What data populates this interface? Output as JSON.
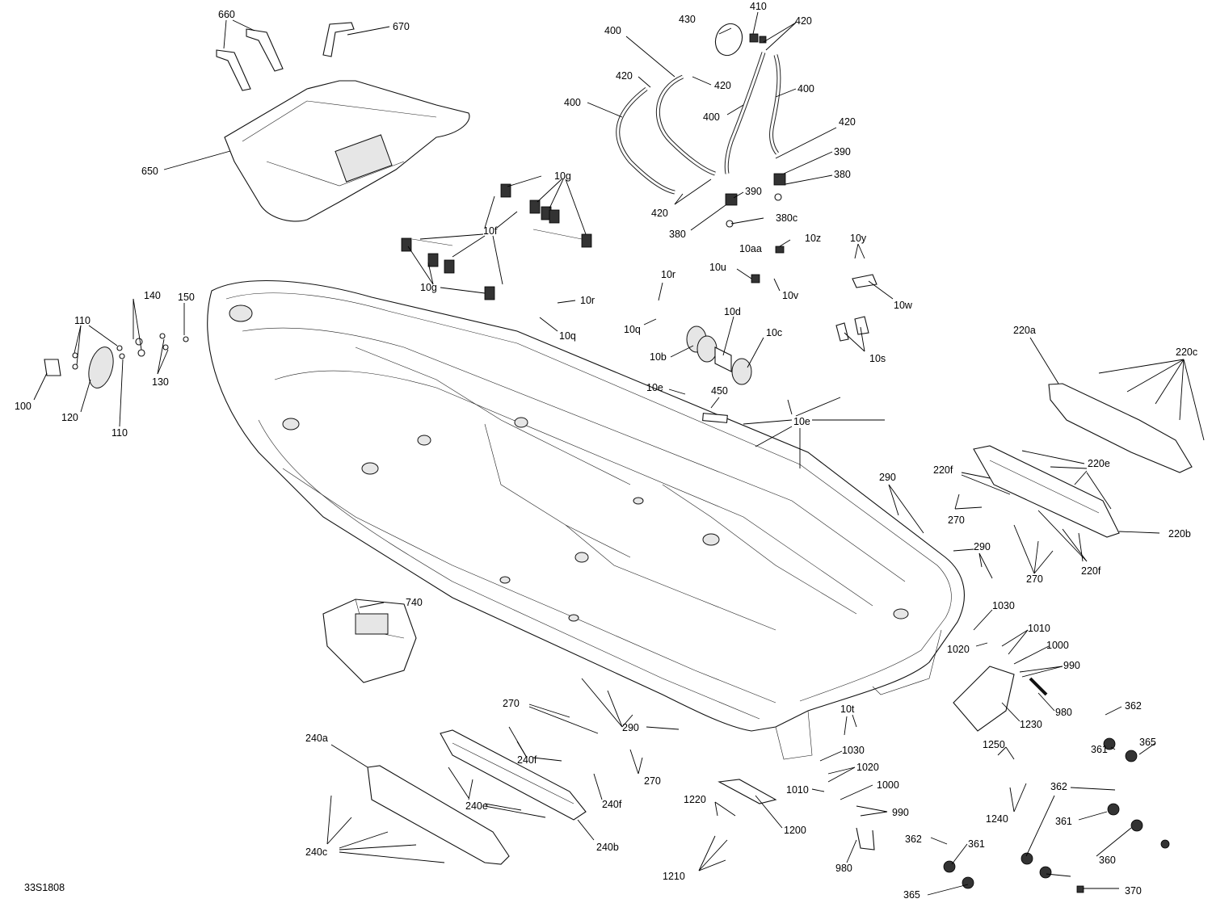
{
  "document_code": "33S1808",
  "parts": {
    "p660": "660",
    "p670": "670",
    "p650": "650",
    "p430": "430",
    "p410": "410",
    "p420a": "420",
    "p420b": "420",
    "p420c": "420",
    "p420d": "420",
    "p420e": "420",
    "p400a": "400",
    "p400b": "400",
    "p400c": "400",
    "p400d": "400",
    "p390a": "390",
    "p390b": "390",
    "p380a": "380",
    "p380b": "380",
    "p380c": "380c",
    "p10g_top": "10g",
    "p10f": "10f",
    "p10g_bot": "10g",
    "p10aa": "10aa",
    "p10z": "10z",
    "p10y": "10y",
    "p10w": "10w",
    "p10r_a": "10r",
    "p10r_b": "10r",
    "p10u": "10u",
    "p10v": "10v",
    "p10q_a": "10q",
    "p10q_b": "10q",
    "p10d": "10d",
    "p10c": "10c",
    "p10b": "10b",
    "p10s": "10s",
    "p10e_a": "10e",
    "p10e_b": "10e",
    "p450": "450",
    "p140": "140",
    "p150": "150",
    "p110a": "110",
    "p110b": "110",
    "p100": "100",
    "p120": "120",
    "p130": "130",
    "p220a": "220a",
    "p220c": "220c",
    "p220e": "220e",
    "p220f_a": "220f",
    "p220f_b": "220f",
    "p220b": "220b",
    "p270a": "270",
    "p270b": "270",
    "p270c": "270",
    "p270d": "270",
    "p290a": "290",
    "p290b": "290",
    "p290c": "290",
    "p740": "740",
    "p1030a": "1030",
    "p1010a": "1010",
    "p1000a": "1000",
    "p1020a": "1020",
    "p990a": "990",
    "p980a": "980",
    "p1230": "1230",
    "p10t": "10t",
    "p1030b": "1030",
    "p1020b": "1020",
    "p1010b": "1010",
    "p1000b": "1000",
    "p990b": "990",
    "p980b": "980",
    "p1200": "1200",
    "p1220": "1220",
    "p1210": "1210",
    "p1250": "1250",
    "p1240": "1240",
    "p362a": "362",
    "p361a": "361",
    "p365a": "365",
    "p362b": "362",
    "p361b": "361",
    "p360": "360",
    "p362c": "362",
    "p361c": "361",
    "p365b": "365",
    "p370": "370",
    "p240a": "240a",
    "p240f_a": "240f",
    "p240f_b": "240f",
    "p240e": "240e",
    "p240c": "240c",
    "p240b": "240b"
  }
}
